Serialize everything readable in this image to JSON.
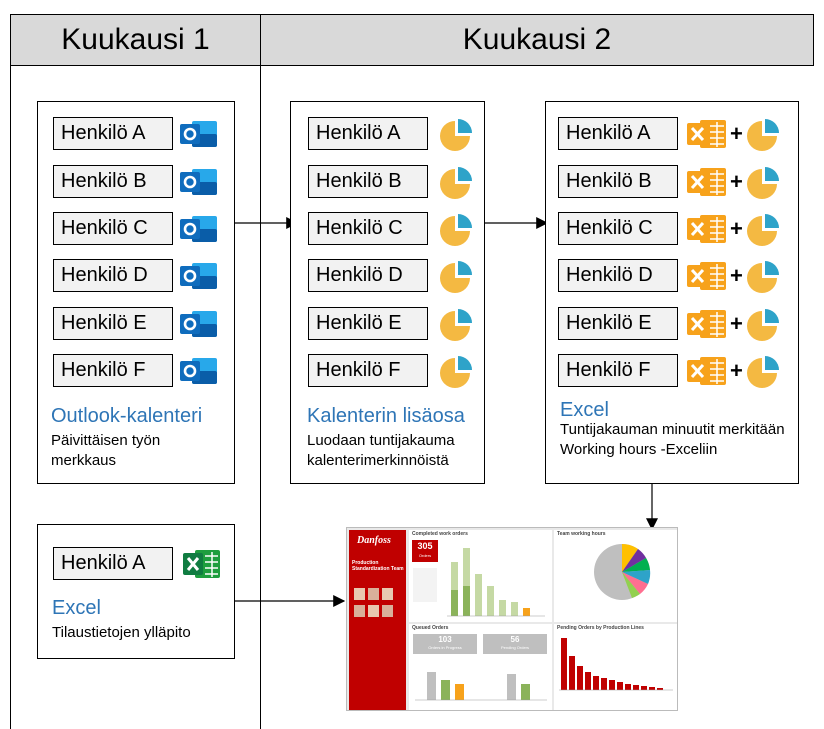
{
  "headers": {
    "month1": "Kuukausi 1",
    "month2": "Kuukausi 2"
  },
  "persons": [
    "Henkilö A",
    "Henkilö B",
    "Henkilö C",
    "Henkilö D",
    "Henkilö E",
    "Henkilö F"
  ],
  "panel_outlook": {
    "title": "Outlook-kalenteri",
    "desc": "Päivittäisen työn merkkaus",
    "icon": "outlook-icon"
  },
  "panel_addin": {
    "title": "Kalenterin lisäosa",
    "desc": "Luodaan tuntijakauma kalenterimerkinnöistä",
    "icon": "pie-chart-icon"
  },
  "panel_excel_hours": {
    "title": "Excel",
    "desc": "Tuntijakauman minuutit merkitään Working hours -Exceliin",
    "icon": "excel-icon",
    "plus": "+"
  },
  "panel_orders": {
    "person": "Henkilö A",
    "title": "Excel",
    "desc": "Tilaustietojen ylläpito",
    "icon": "excel-icon"
  },
  "dashboard": {
    "brand_logo": "Danfoss",
    "side_title": "Production Standardization Team",
    "completed_title": "Completed work orders",
    "completed_kpi": "305",
    "completed_kpi_label": "Orders",
    "team_hours_title": "Team working hours",
    "queued_title": "Queued Orders",
    "queued_kpi_1": "103",
    "queued_kpi_1_label": "Orders in Progress",
    "queued_kpi_2": "56",
    "queued_kpi_2_label": "Pending Orders",
    "pending_title": "Pending Orders by Production Lines"
  },
  "colors": {
    "header_bg": "#d9d9d9",
    "title_blue": "#2e75b6",
    "outlook_blue": "#0f6cbd",
    "pie_yellow": "#f4b942",
    "pie_teal": "#2ea3c9",
    "excel_orange": "#f7a21b",
    "excel_green": "#1e9e3e",
    "dashboard_red": "#c00000"
  }
}
